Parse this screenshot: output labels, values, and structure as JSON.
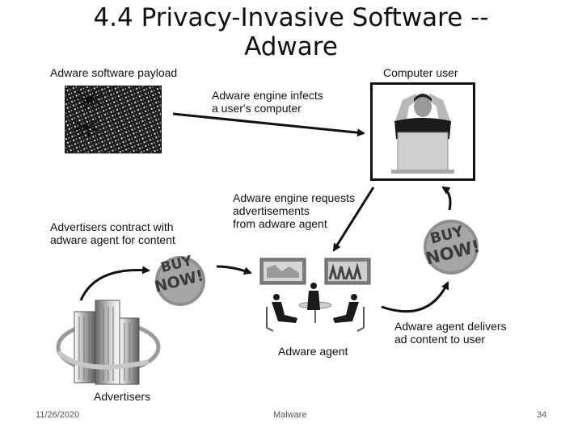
{
  "slide": {
    "title": "4.4 Privacy-Invasive Software --\nAdware",
    "footer": {
      "date": "11/26/2020",
      "center": "Malware",
      "page": "34"
    }
  },
  "labels": {
    "payload": "Adware software payload",
    "user": "Computer user",
    "infects": "Adware engine infects\n a user's computer",
    "requests": "Adware engine requests\nadvertisements\nfrom adware agent",
    "contract": "Advertisers contract with\nadware agent for content",
    "agent": "Adware agent",
    "delivers": "Adware agent delivers\nad content to user",
    "advertisers": "Advertisers"
  },
  "badges": {
    "line1": "BUY",
    "line2": "NOW!"
  },
  "colors": {
    "badge": "#8f8f8f",
    "badge_text": "#3a3a3a",
    "arrow": "#111111"
  }
}
